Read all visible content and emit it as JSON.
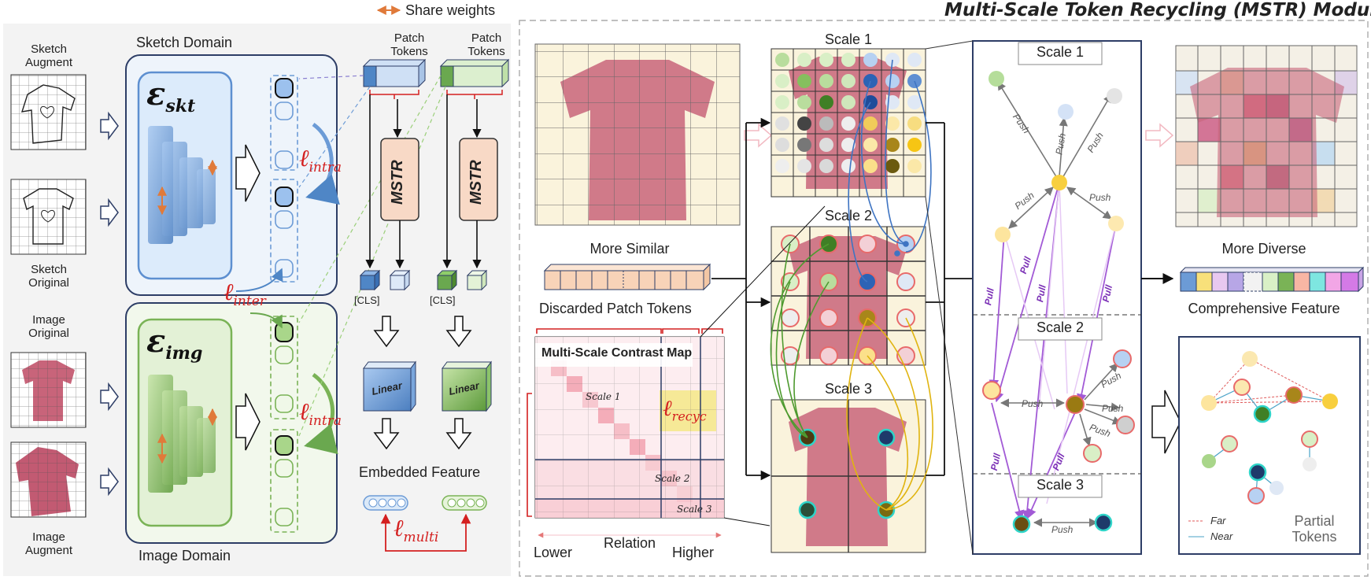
{
  "legend": {
    "share_weights": "Share weights"
  },
  "module_title": "Multi-Scale Token Recycling (MSTR) Module",
  "left": {
    "sketch_augment": [
      "Sketch",
      "Augment"
    ],
    "sketch_original": [
      "Sketch",
      "Original"
    ],
    "image_original": [
      "Image",
      "Original"
    ],
    "image_augment": [
      "Image",
      "Augment"
    ],
    "sketch_domain": "Sketch Domain",
    "image_domain": "Image Domain",
    "enc_skt_main": "ε",
    "enc_skt_sub": "skt",
    "enc_img_main": "ε",
    "enc_img_sub": "img",
    "loss_intra_main": "ℓ",
    "loss_intra_sub": "intra",
    "loss_inter_main": "ℓ",
    "loss_inter_sub": "inter",
    "loss_multi_main": "ℓ",
    "loss_multi_sub": "multi",
    "patch_tokens": [
      "Patch",
      "Tokens"
    ],
    "mstr": "MSTR",
    "cls": "[CLS]",
    "linear": "Linear",
    "embedded_feature": "Embedded Feature"
  },
  "middle": {
    "more_similar": "More Similar",
    "discarded_patch_tokens": "Discarded Patch Tokens",
    "contrast_map_title": "Multi-Scale Contrast Map",
    "scale1": "Scale 1",
    "scale2": "Scale 2",
    "scale3": "Scale 3",
    "loss_recyc_main": "ℓ",
    "loss_recyc_sub": "recyc",
    "lower": "Lower",
    "relation": "Relation",
    "higher": "Higher"
  },
  "right": {
    "scale1": "Scale 1",
    "scale2": "Scale 2",
    "scale3": "Scale 3",
    "push": "Push",
    "pull": "Pull",
    "more_diverse": "More Diverse",
    "comprehensive_feature": "Comprehensive Feature",
    "far": "Far",
    "near": "Near",
    "partial_tokens": [
      "Partial",
      "Tokens"
    ]
  },
  "colors": {
    "accent_blue": "#6c9bd6",
    "accent_green": "#7ab356",
    "loss_red": "#d42020",
    "shirt": "#c8647a",
    "mstr_fill": "#f8d9c6",
    "pull_purple": "#a25ad6",
    "border_dark": "#2d3d66"
  }
}
